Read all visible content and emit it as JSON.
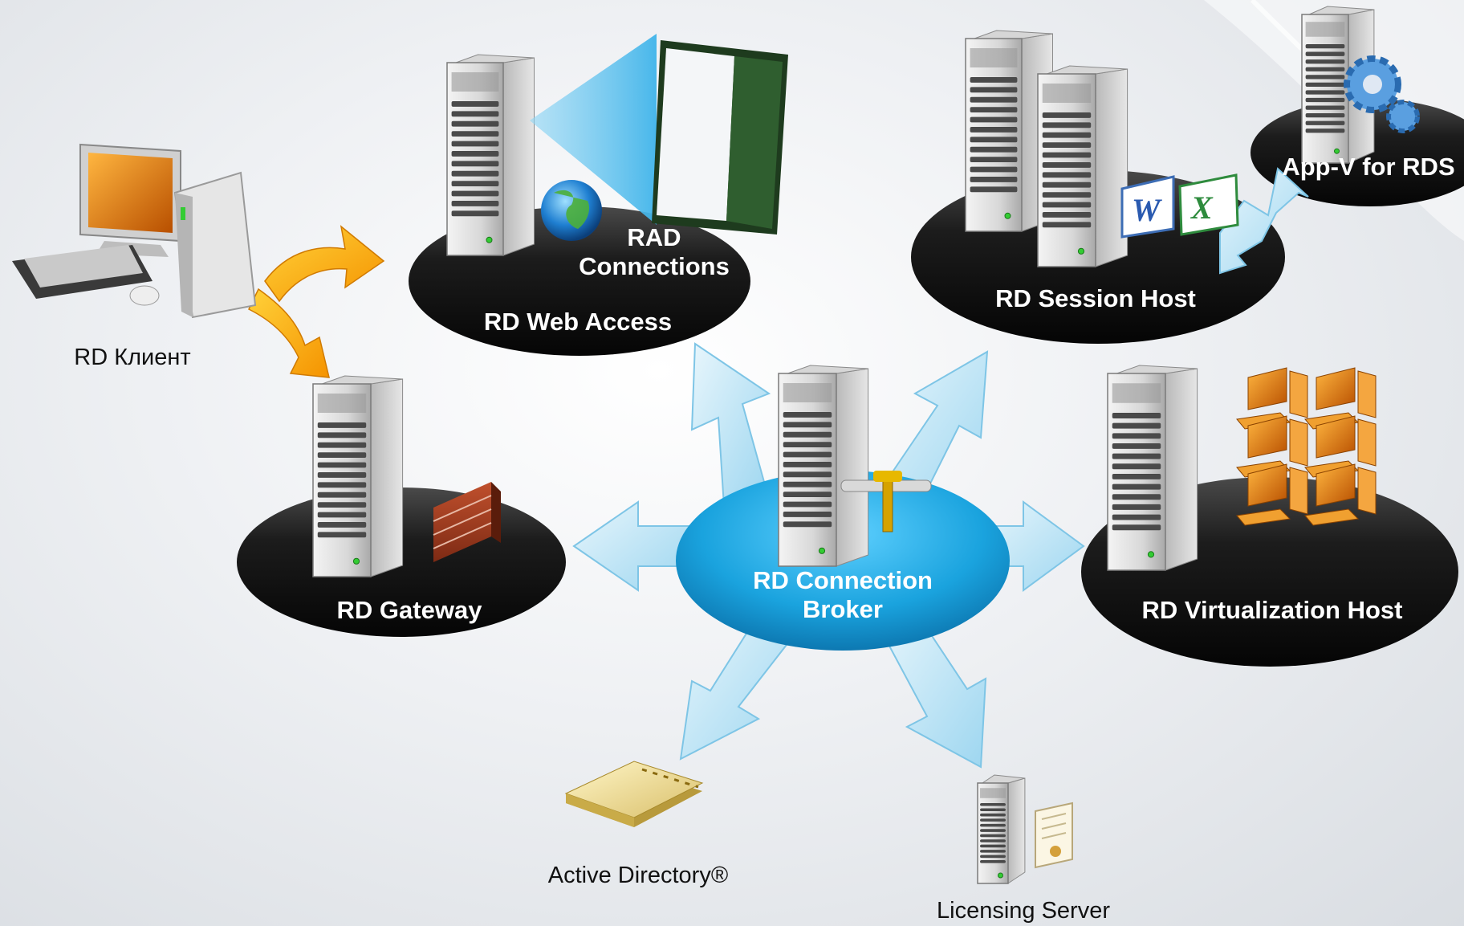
{
  "labels": {
    "rd_client": "RD Клиент",
    "rd_web_access": "RD Web Access",
    "rad_connections": "RAD Connections",
    "rd_session_host": "RD Session Host",
    "app_v": "App-V for RDS",
    "rd_gateway": "RD Gateway",
    "rd_connection_broker": "RD Connection Broker",
    "rd_virtualization_host": "RD Virtualization Host",
    "active_directory": "Active Directory®",
    "licensing_server": "Licensing Server"
  },
  "colors": {
    "platform": "#1e1e1e",
    "broker_ellipse": "#19a6e0",
    "arrow_light_blue": "#bfe5f6",
    "arrow_orange": "#f5a400",
    "server_body": "#c8c8c8"
  },
  "icons": {
    "client": "desktop-computer-icon",
    "globe": "globe-icon",
    "firewall": "brick-firewall-icon",
    "office": "word-excel-icon",
    "gears": "gears-icon",
    "directory": "address-book-icon",
    "certificate": "certificate-icon",
    "virtual_desktops": "virtual-desktops-icon"
  }
}
